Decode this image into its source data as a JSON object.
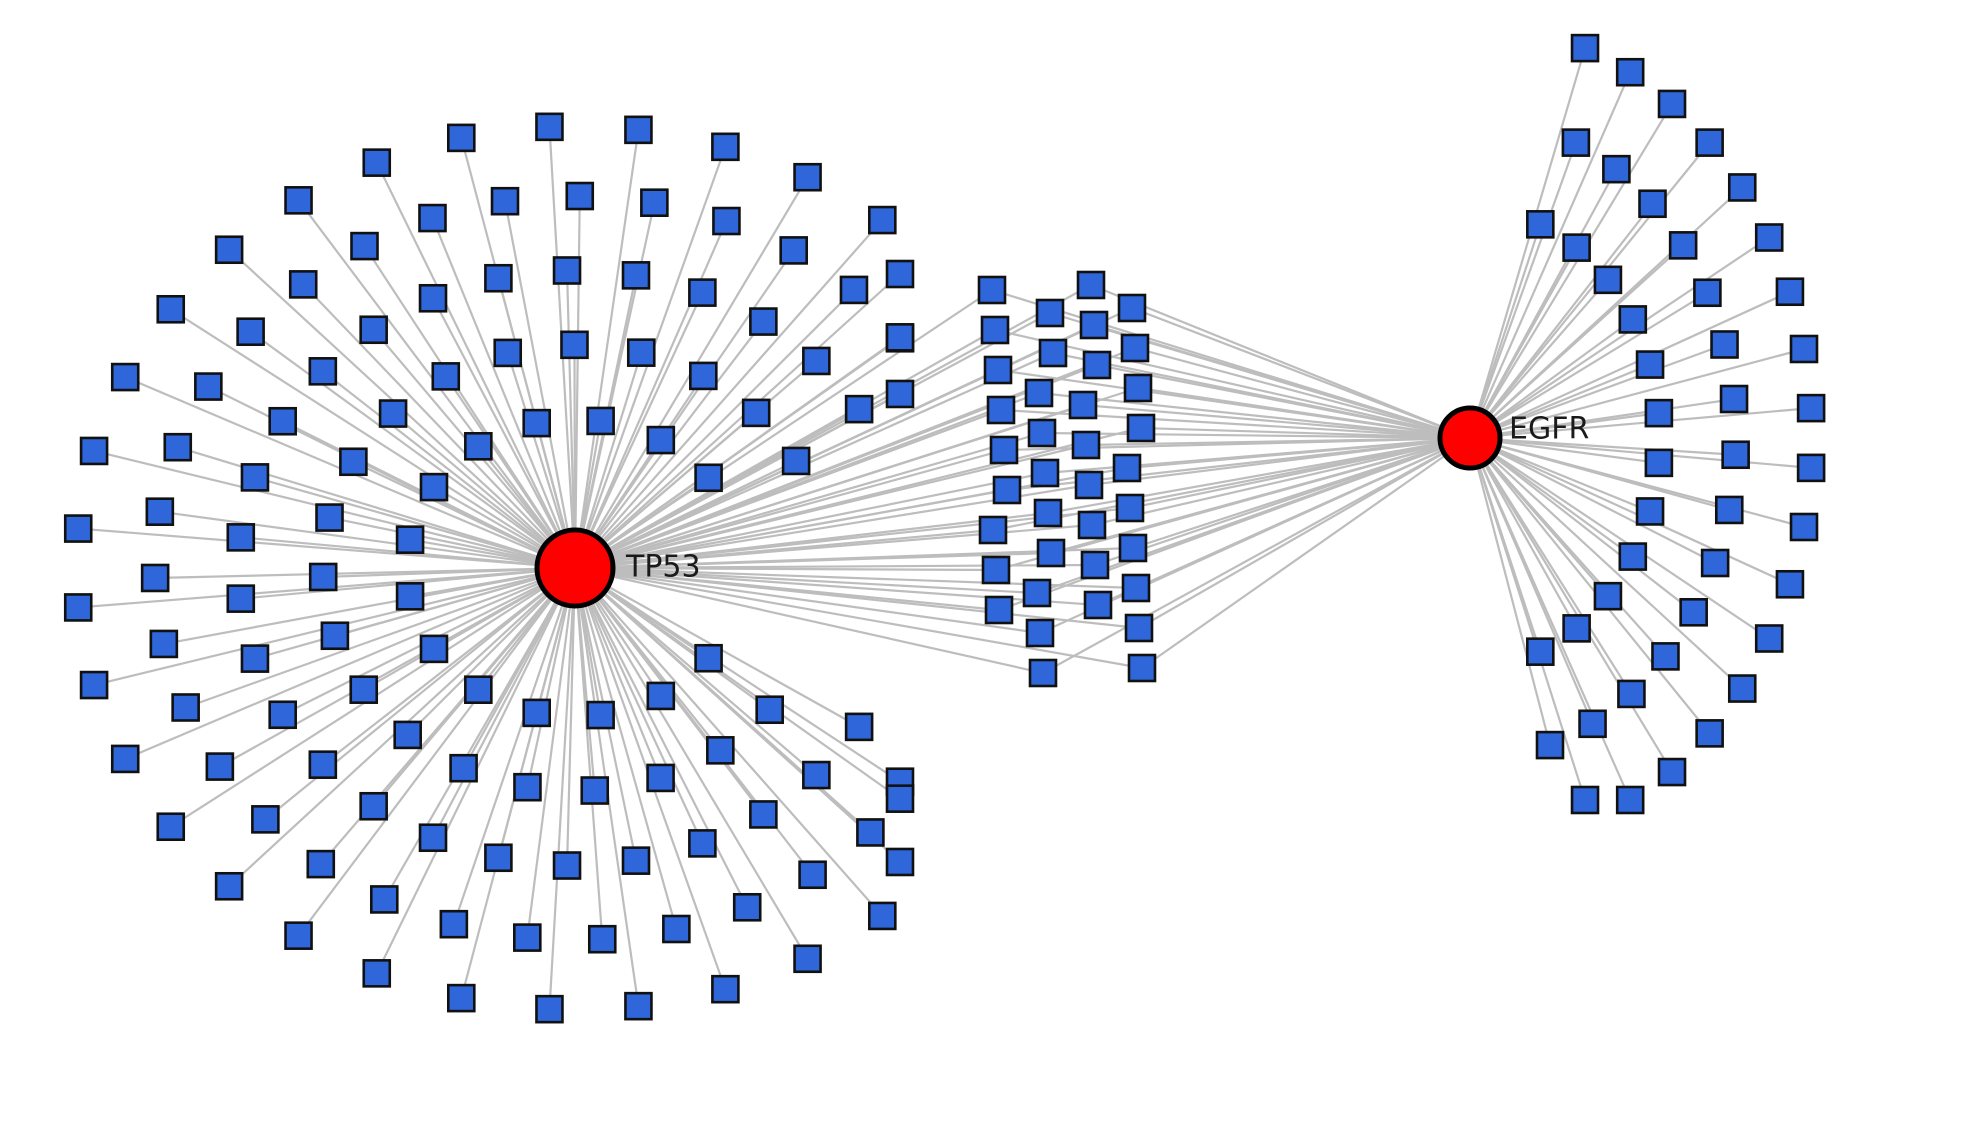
{
  "network": {
    "hubs": [
      {
        "id": "tp53",
        "label": "TP53"
      },
      {
        "id": "egfr",
        "label": "EGFR"
      }
    ],
    "counts": {
      "tp53_only": 120,
      "shared": 38,
      "egfr_only": 45
    },
    "colors": {
      "hub": "#ff0000",
      "target": "#2f66d9",
      "edge": "#bdbdbd"
    }
  }
}
